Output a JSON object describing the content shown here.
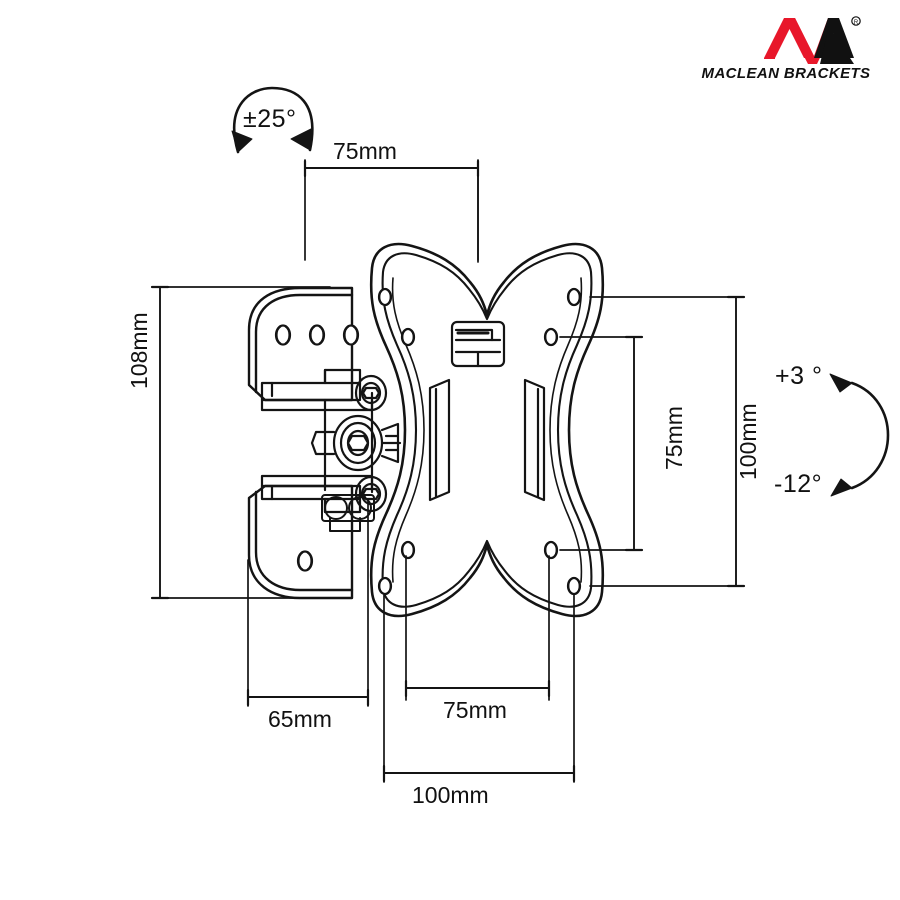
{
  "brand": {
    "name": "Maclean Brackets",
    "wordmark": "MACLEAN BRACKETS",
    "mark_colors": {
      "left": "#e8172a",
      "right": "#111111"
    },
    "registered_mark": "®"
  },
  "drawing": {
    "title": "TV wall mount bracket dimensional drawing",
    "line_color": "#1a1a1a",
    "background": "#ffffff"
  },
  "annotations": {
    "swivel": {
      "label": "±25°",
      "name": "swivel-range",
      "arrow": "double-headed-arc-horizontal"
    },
    "tilt_up": {
      "label": "+3 °",
      "name": "tilt-up-range"
    },
    "tilt_down": {
      "label": "-12°",
      "name": "tilt-down-range"
    }
  },
  "dimensions": {
    "top_vesa_width": "75mm",
    "left_height": "108mm",
    "right_inner_height": "75mm",
    "right_outer_height": "100mm",
    "bottom_plate_width": "65mm",
    "bottom_vesa_width": "75mm",
    "bottom_outer_width": "100mm"
  }
}
